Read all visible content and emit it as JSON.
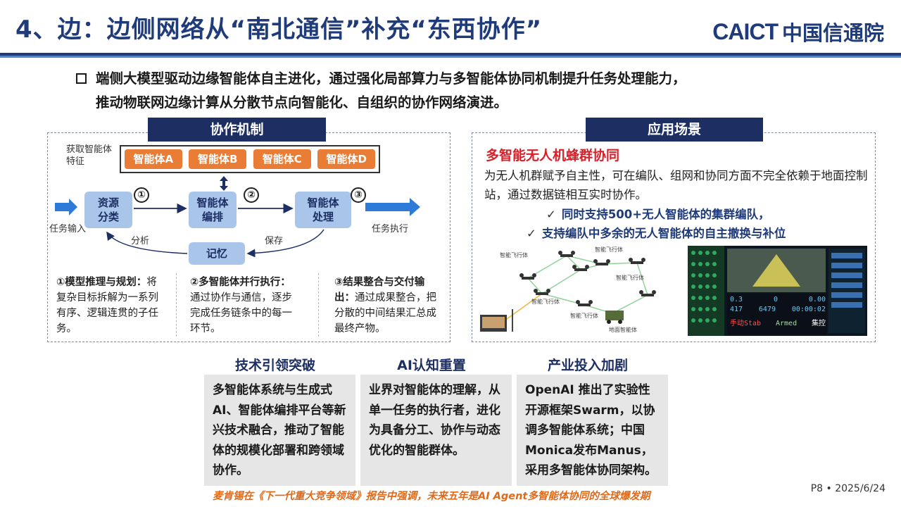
{
  "header": {
    "title": "4、边：边侧网络从“南北通信”补充“东西协作”",
    "logo_en_1": "CAI",
    "logo_en_2": "CT",
    "logo_cn": "中国信通院"
  },
  "intro": {
    "line1": "端侧大模型驱动边缘智能体自主进化，通过强化局部算力与多智能体协同机制提升任务处理能力，",
    "line2": "推动物联网边缘计算从分散节点向智能化、自组织的协作网络演进。"
  },
  "left_panel": {
    "tag": "协作机制",
    "get_features": "获取智能体特征",
    "agents": [
      "智能体A",
      "智能体B",
      "智能体C",
      "智能体D"
    ],
    "node_resource": "资源分类",
    "node_orchestrate": "智能体编排",
    "node_process": "智能体处理",
    "node_memory": "记忆",
    "num1": "①",
    "num2": "②",
    "num3": "③",
    "label_input": "任务输入",
    "label_output": "任务执行",
    "label_analyze": "分析",
    "label_save": "保存",
    "col1_head": "①模型推理与规划：",
    "col1_body": "将复杂目标拆解为一系列有序、逻辑连贯的子任务。",
    "col2_head": "②多智能体并行执行：",
    "col2_body": "通过协作与通信，逐步完成任务链条中的每一环节。",
    "col3_head": "③结果整合与交付输出：",
    "col3_body": "通过成果整合，把分散的中间结果汇总成最终产物。"
  },
  "right_panel": {
    "tag": "应用场景",
    "uav_title": "多智能无人机蜂群协同",
    "uav_desc": "为无人机群赋予自主性，可在编队、组网和协同方面不完全依赖于地面控制站，通过数据链相互实时协作。",
    "check1": "同时支持500+无人智能体的集群编队，",
    "check2": "支持编队中多余的无人智能体的自主撤换与补位",
    "check_mark": "✓",
    "drone_label": "智能飞行体",
    "ground_label": "地面智能体",
    "screen": {
      "r1a": "0.3",
      "r1b": "0",
      "r1c": "0.00",
      "r2a": "417",
      "r2b": "6479",
      "r2c": "00:00:02",
      "mode": "手动Stab",
      "armed": "Armed",
      "cluster": "集控"
    }
  },
  "bottom": [
    {
      "head": "技术引领突破",
      "body": "多智能体系统与生成式AI、智能体编排平台等新兴技术融合，推动了智能体的规模化部署和跨领域协作。"
    },
    {
      "head": "AI认知重置",
      "body": "业界对智能体的理解，从单一任务的执行者，进化为具备分工、协作与动态优化的智能群体。"
    },
    {
      "head": "产业投入加剧",
      "body": "OpenAI 推出了实验性开源框架Swarm，以协调多智能体系统；中国Monica发布Manus，采用多智能体协同架构。"
    }
  ],
  "footer": {
    "note": "麦肯锡在《下一代重大竞争领域》报告中强调，未来五年是AI Agent多智能体协同的全球爆发期",
    "page": "P8 • 2025/6/24"
  },
  "colors": {
    "navy": "#1f3b7a",
    "tag_bg": "#1d2e63",
    "orange": "#ea7d35",
    "node_blue": "#a9c6ea",
    "red": "#d6212b",
    "arrow_blue": "#2e7ad8"
  }
}
